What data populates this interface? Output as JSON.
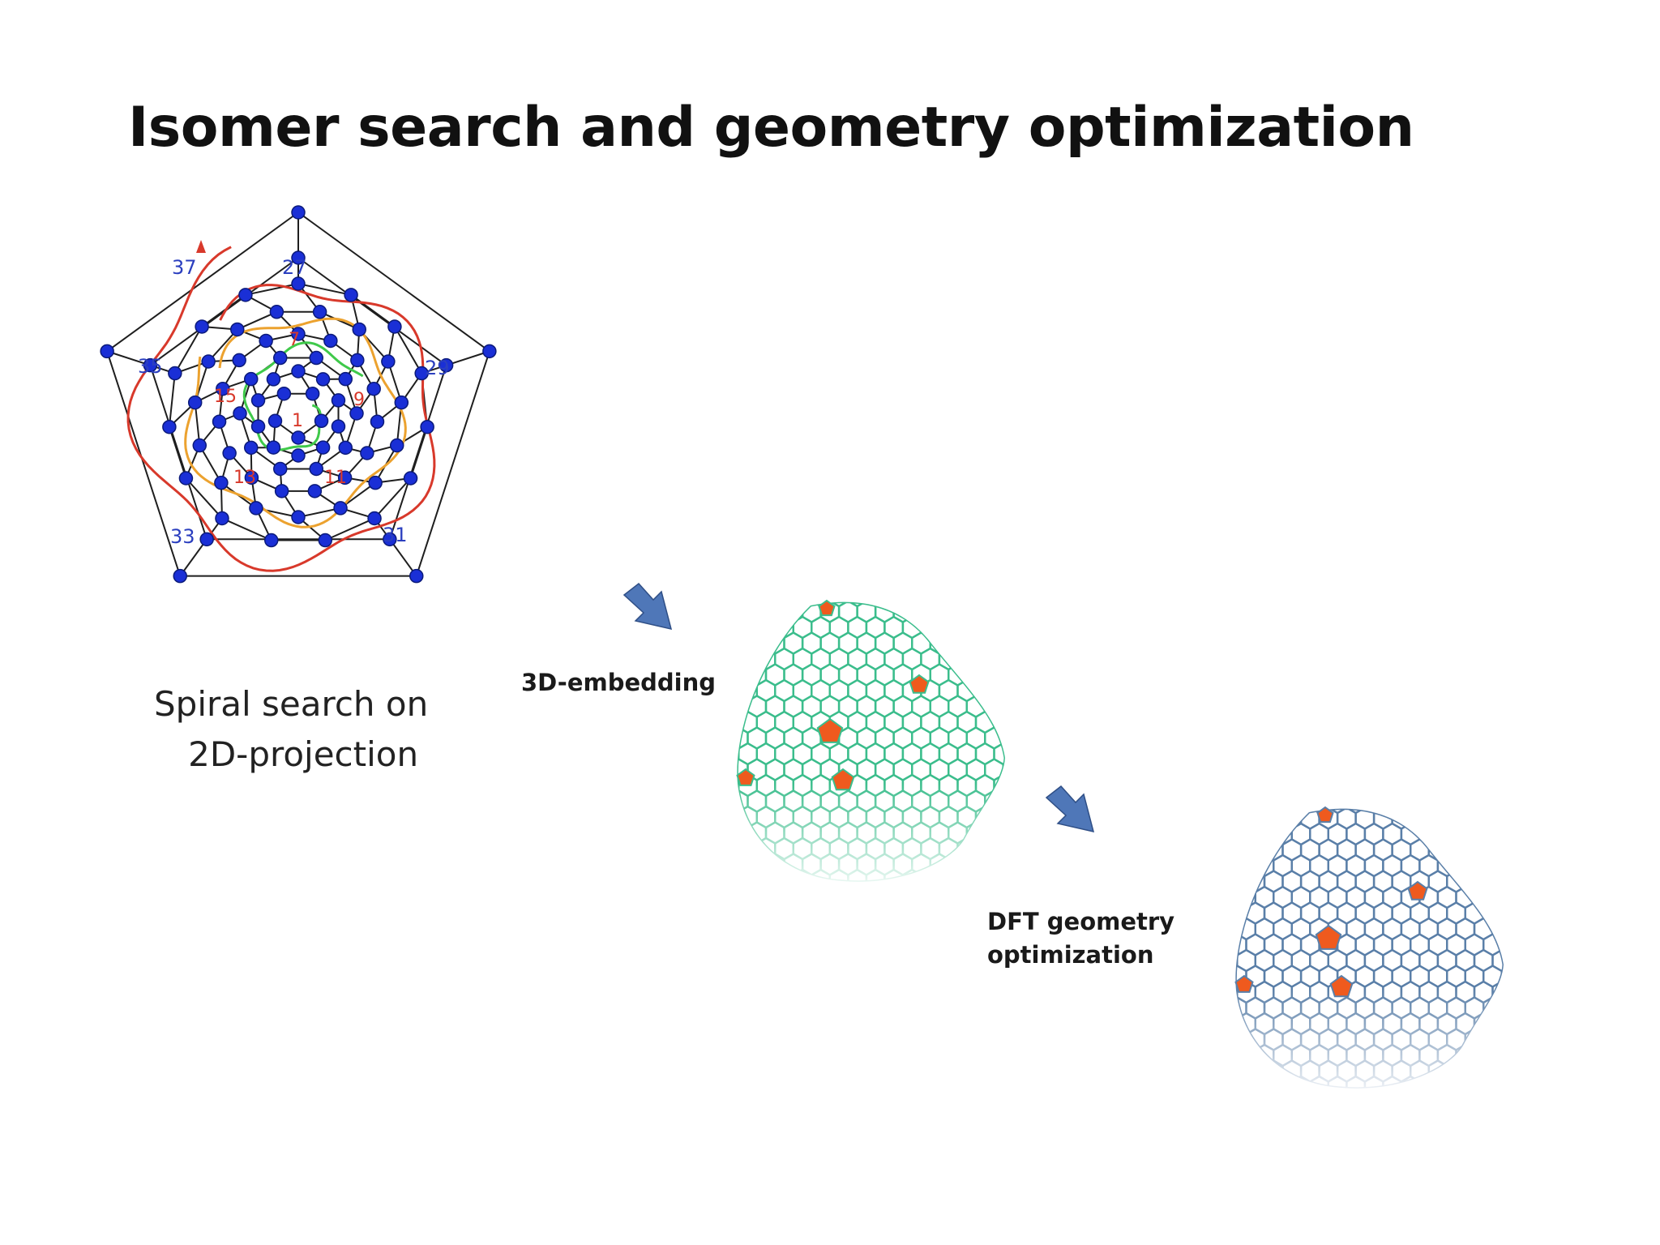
{
  "slide": {
    "title": "Isomer search and geometry optimization",
    "caption_lines": [
      "Spiral search on",
      "2D-projection"
    ],
    "steps": {
      "embedding_label": "3D-embedding",
      "dft_label_lines": [
        "DFT geometry",
        "optimization"
      ]
    }
  },
  "spiral_graph": {
    "vertex_labels": [
      "37",
      "27",
      "35",
      "29",
      "33",
      "31"
    ],
    "spiral_labels": [
      "7",
      "15",
      "9",
      "1",
      "13",
      "11"
    ],
    "colors": {
      "vertex": "#1a2fd6",
      "edge": "#1e1e1e",
      "vertex_label": "#2b3fbf",
      "spiral_outer": "#d8392b",
      "spiral_middle": "#eca22f",
      "spiral_inner": "#3fc94a",
      "spiral_label": "#d8392b"
    }
  },
  "structures": {
    "embedded_color": "#3bbd8c",
    "optimized_color": "#5a7fa8",
    "pentagon_color": "#ef5a1e"
  },
  "arrows": {
    "color": "#4f77b8"
  }
}
